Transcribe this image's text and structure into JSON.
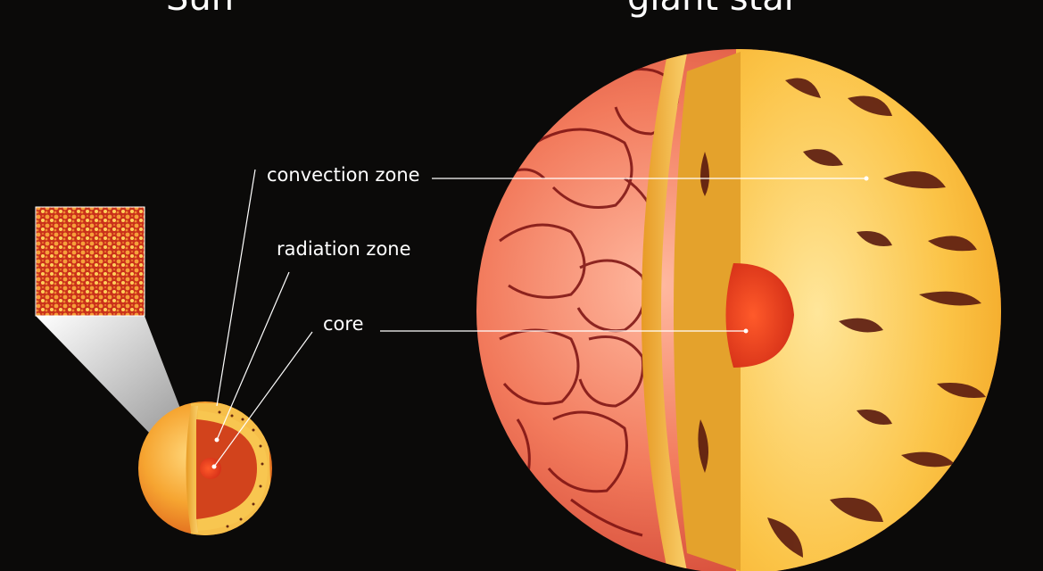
{
  "titles": {
    "sun": "Sun",
    "giant": "giant star"
  },
  "labels": {
    "convection": "convection zone",
    "radiation": "radiation zone",
    "core": "core"
  },
  "colors": {
    "background": "#0b0a09",
    "label_text": "#ffffff",
    "surface_red": "#e85a3c",
    "cell_lines": "#7a1010",
    "interior_yellow": "#f7b731",
    "core_red": "#e0321c",
    "convection_streaks": "#5a1a10"
  }
}
